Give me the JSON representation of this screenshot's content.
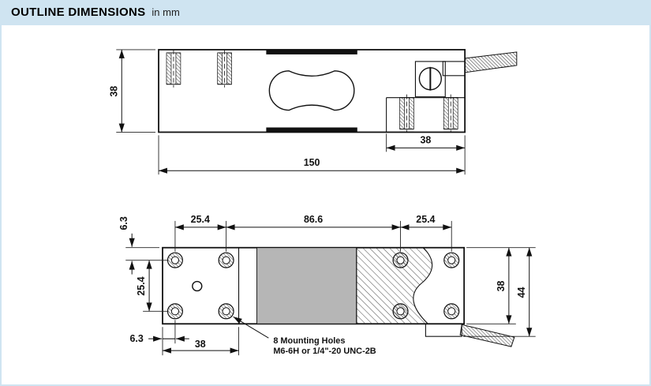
{
  "header": {
    "title": "OUTLINE DIMENSIONS",
    "unit_note": "in mm"
  },
  "top_view": {
    "dim_height": "38",
    "dim_length": "150",
    "dim_right_offset": "38"
  },
  "bottom_view": {
    "dim_edge_top": "6.3",
    "dim_left_pitch": "25.4",
    "dim_center_span": "86.6",
    "dim_right_pitch": "25.4",
    "dim_row_pitch": "25.4",
    "dim_body_width": "38",
    "dim_overall_height": "44",
    "dim_edge_bottom": "6.3",
    "dim_plate_width": "38",
    "annotation_line1": "8 Mounting Holes",
    "annotation_line2": "M6-6H or 1/4\"-20 UNC-2B"
  },
  "colors": {
    "header_bg": "#cfe4f1",
    "frame_border": "#cfe4f1",
    "line": "#111111",
    "shade_gray": "#b6b6b6"
  }
}
